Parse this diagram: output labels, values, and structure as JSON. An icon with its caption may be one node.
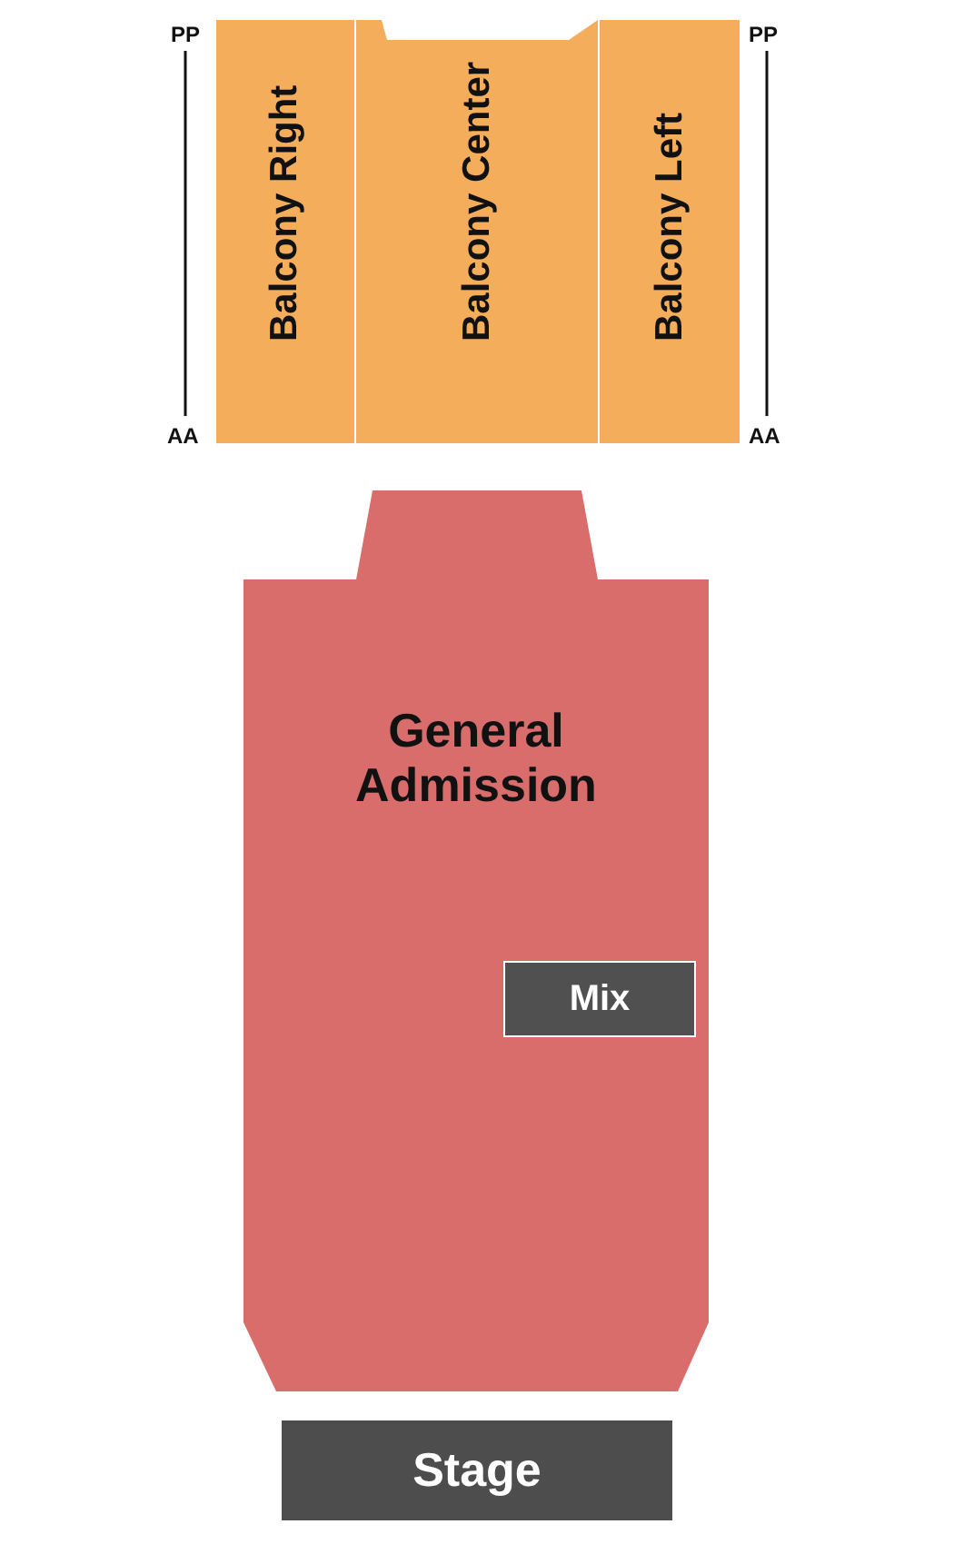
{
  "diagram": {
    "nodes": [
      {
        "text": [
          "Balcony Right"
        ]
      },
      {
        "text": [
          "Balcony Center"
        ]
      },
      {
        "text": [
          "Balcony Left"
        ]
      },
      {
        "text": [
          "General Admission"
        ]
      },
      {
        "text": [
          "Mix"
        ],
        "in": 3
      },
      {
        "text": [
          "Stage"
        ]
      }
    ],
    "edges": [],
    "labels": [
      "PP",
      "PP",
      "AA",
      "AA"
    ]
  }
}
